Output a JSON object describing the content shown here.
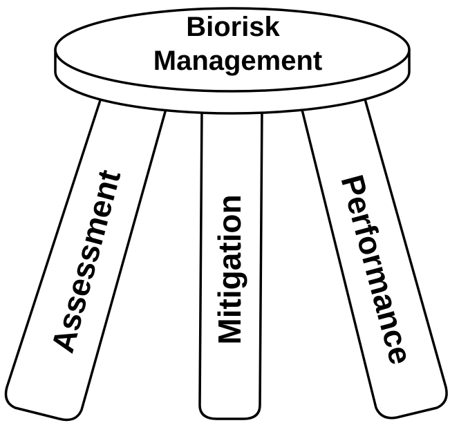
{
  "diagram": {
    "seat": {
      "line1": "Biorisk",
      "line2": "Management"
    },
    "legs": {
      "left": "Assessment",
      "middle": "Mitigation",
      "right": "Performance"
    }
  },
  "colors": {
    "stroke": "#000000",
    "fill": "#ffffff",
    "text": "#000000"
  }
}
